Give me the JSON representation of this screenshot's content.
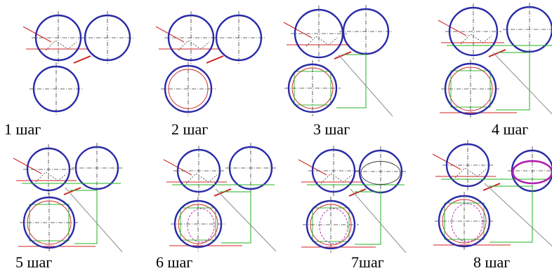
{
  "colors": {
    "circle": "#2a2aa8",
    "axis": "#3b3b3b",
    "construction": "#d02020",
    "projection": "#20b020",
    "final_curve": "#b020b0",
    "diagonal": "#8c8c8c"
  },
  "panels": [
    {
      "caption": "1 шаг",
      "step": 1
    },
    {
      "caption": "2  шаг",
      "step": 2
    },
    {
      "caption": "3 шаг",
      "step": 3
    },
    {
      "caption": "4  шаг",
      "step": 4
    },
    {
      "caption": "5 шаг",
      "step": 5
    },
    {
      "caption": "6 шаг",
      "step": 6
    },
    {
      "caption": "7шаг",
      "step": 7
    },
    {
      "caption": "8  шаг",
      "step": 8
    }
  ]
}
